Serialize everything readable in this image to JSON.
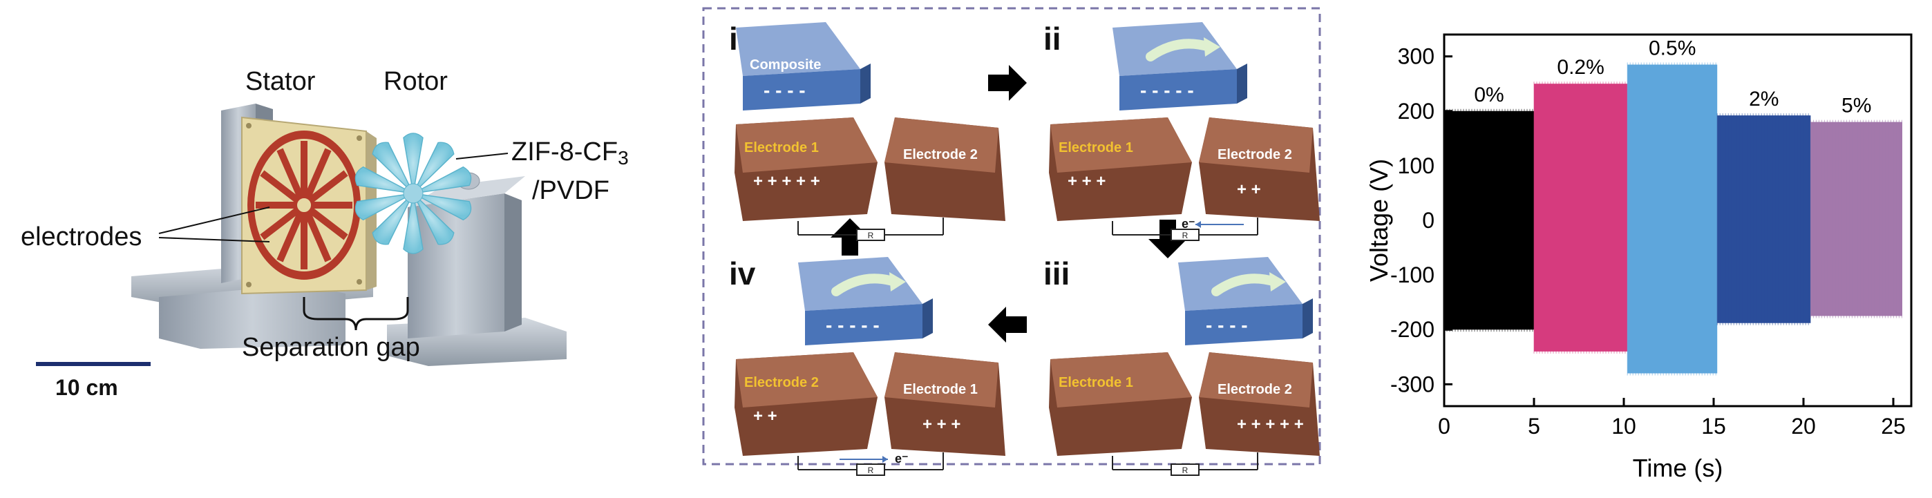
{
  "device": {
    "stator_label": "Stator",
    "rotor_label": "Rotor",
    "material_label_line1": "ZIF-8-CF",
    "material_label_sub": "3",
    "material_label_line2": "/PVDF",
    "electrodes_label": "electrodes",
    "gap_label": "Separation gap",
    "scale_label": "10 cm"
  },
  "cycle": {
    "steps": [
      {
        "numeral": "i",
        "composite_label": "Composite",
        "left_electrode": "Electrode 1",
        "right_electrode": "Electrode 2",
        "left_charges": "+ + + + +",
        "right_charges": "",
        "composite_charges": "- - - -",
        "resistor": "R",
        "electron_label": ""
      },
      {
        "numeral": "ii",
        "composite_label": "",
        "left_electrode": "Electrode 1",
        "right_electrode": "Electrode 2",
        "left_charges": "+ + +",
        "right_charges": "+ +",
        "composite_charges": "- - - - -",
        "resistor": "R",
        "electron_label": "e⁻"
      },
      {
        "numeral": "iii",
        "composite_label": "",
        "left_electrode": "Electrode 1",
        "right_electrode": "Electrode 2",
        "left_charges": "",
        "right_charges": "+ + + + +",
        "composite_charges": "- - - -",
        "resistor": "R",
        "electron_label": ""
      },
      {
        "numeral": "iv",
        "composite_label": "",
        "left_electrode": "Electrode 2",
        "right_electrode": "Electrode 1",
        "left_charges": "+ +",
        "right_charges": "+ + +",
        "composite_charges": "- - - - -",
        "resistor": "R",
        "electron_label": "e⁻"
      }
    ],
    "colors": {
      "composite": "#4a74b8",
      "composite_top": "#8ea9d6",
      "electrode": "#7b4430",
      "electrode_top": "#a86a50",
      "electrode_label": "#f2c230",
      "frame": "#7a76a8"
    }
  },
  "chart_data": {
    "type": "area",
    "xlabel": "Time (s)",
    "ylabel": "Voltage (V)",
    "xlim": [
      0,
      26
    ],
    "ylim": [
      -340,
      340
    ],
    "xticks": [
      0,
      5,
      10,
      15,
      20,
      25
    ],
    "yticks": [
      -300,
      -200,
      -100,
      0,
      100,
      200,
      300
    ],
    "grid": false,
    "series": [
      {
        "name": "0%",
        "x": [
          0,
          5
        ],
        "ymax": 200,
        "ymin": -200,
        "color": "#000000"
      },
      {
        "name": "0.2%",
        "x": [
          5,
          10.2
        ],
        "ymax": 250,
        "ymin": -240,
        "color": "#d63b7e"
      },
      {
        "name": "0.5%",
        "x": [
          10.2,
          15.2
        ],
        "ymax": 285,
        "ymin": -280,
        "color": "#5ea6dc"
      },
      {
        "name": "2%",
        "x": [
          15.2,
          20.4
        ],
        "ymax": 192,
        "ymin": -188,
        "color": "#2a4d9a"
      },
      {
        "name": "5%",
        "x": [
          20.4,
          25.5
        ],
        "ymax": 180,
        "ymin": -175,
        "color": "#a378ab"
      }
    ]
  }
}
